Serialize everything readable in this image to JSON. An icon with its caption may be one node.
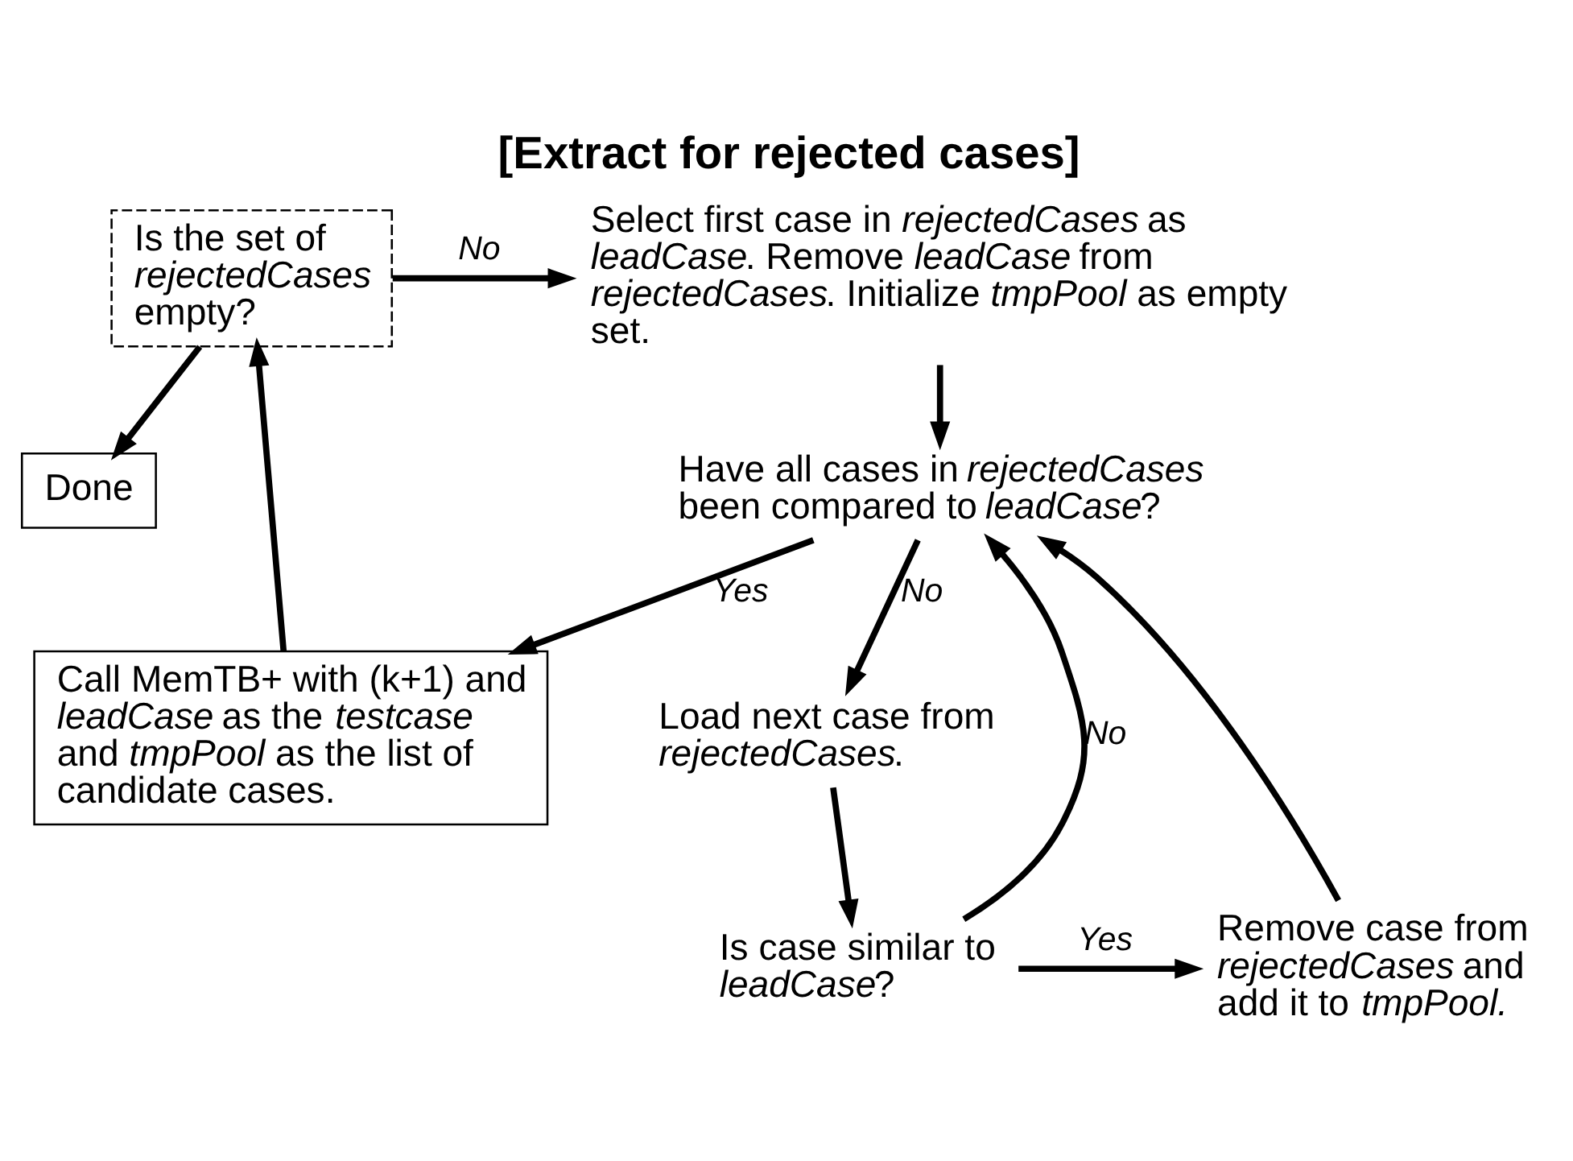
{
  "diagram": {
    "title": "[Extract for rejected cases]",
    "nodes": [
      {
        "text": [
          "Is the set of *rejectedCases* empty?"
        ]
      },
      {
        "text": [
          "Select first case in *rejectedCases* as *leadCase*. Remove *leadCase* from *rejectedCases*. Initialize *tmpPool* as empty set."
        ]
      },
      {
        "text": [
          "Done"
        ]
      },
      {
        "text": [
          "Have all cases in *rejectedCases* been compared to *leadCase*?"
        ]
      },
      {
        "text": [
          "Call MemTB+ with (k+1) and *leadCase* as the *testcase* and *tmpPool* as the list of candidate cases."
        ]
      },
      {
        "text": [
          "Load next case from *rejectedCases*."
        ]
      },
      {
        "text": [
          "Is case similar to *leadCase*?"
        ]
      },
      {
        "text": [
          "Remove case from *rejectedCases* and add it to *tmpPool.*"
        ]
      }
    ],
    "edges": [
      {
        "from": 0,
        "to": 1,
        "arrow": "to",
        "label": "No"
      },
      {
        "from": 0,
        "to": 2,
        "arrow": "to"
      },
      {
        "from": 1,
        "to": 3,
        "arrow": "to"
      },
      {
        "from": 3,
        "to": 4,
        "arrow": "to",
        "label": "Yes"
      },
      {
        "from": 3,
        "to": 5,
        "arrow": "to",
        "label": "No"
      },
      {
        "from": 4,
        "to": 0,
        "arrow": "to"
      },
      {
        "from": 5,
        "to": 6,
        "arrow": "to"
      },
      {
        "from": 6,
        "to": 3,
        "arrow": "to",
        "label": "No"
      },
      {
        "from": 6,
        "to": 7,
        "arrow": "to",
        "label": "Yes"
      },
      {
        "from": 7,
        "to": 3,
        "arrow": "to"
      }
    ]
  }
}
